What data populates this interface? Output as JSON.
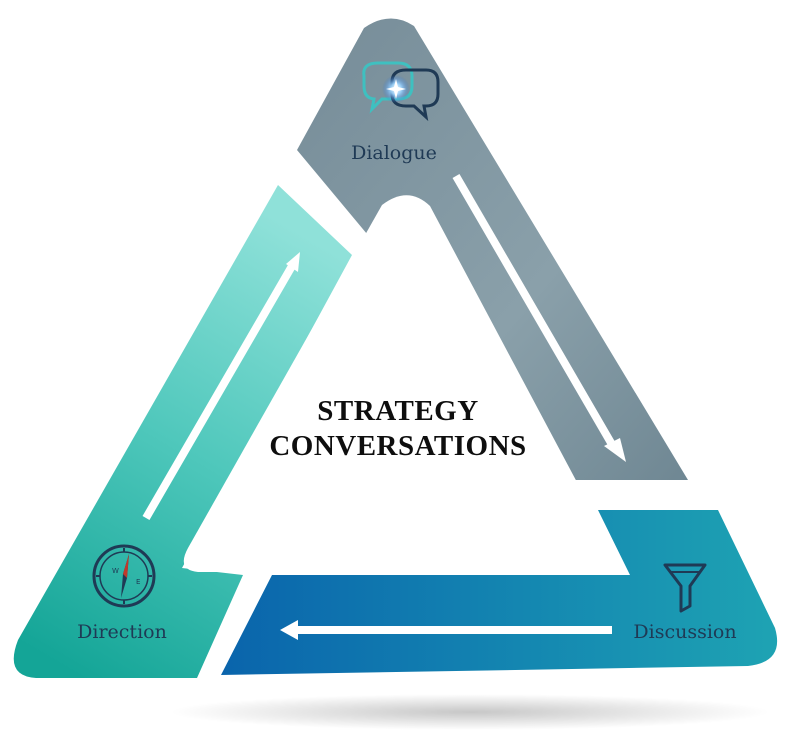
{
  "diagram": {
    "center": {
      "line1": "STRATEGY",
      "line2": "CONVERSATIONS"
    },
    "stages": [
      {
        "id": "dialogue",
        "label": "Dialogue",
        "icon": "speech-bubbles-icon",
        "color": "#7a909e"
      },
      {
        "id": "discussion",
        "label": "Discussion",
        "icon": "funnel-icon",
        "color": "#1f7fa8"
      },
      {
        "id": "direction",
        "label": "Direction",
        "icon": "compass-icon",
        "color": "#2bb0a4"
      }
    ],
    "colors": {
      "dialogue_top": "#7f949f",
      "dialogue_bottom": "#8fa3ad",
      "discussion_left": "#0c6fb0",
      "discussion_right": "#1aa0b4",
      "direction_top": "#8fe0d8",
      "direction_bottom": "#17a99b",
      "icon_dark": "#1f3a55"
    }
  }
}
